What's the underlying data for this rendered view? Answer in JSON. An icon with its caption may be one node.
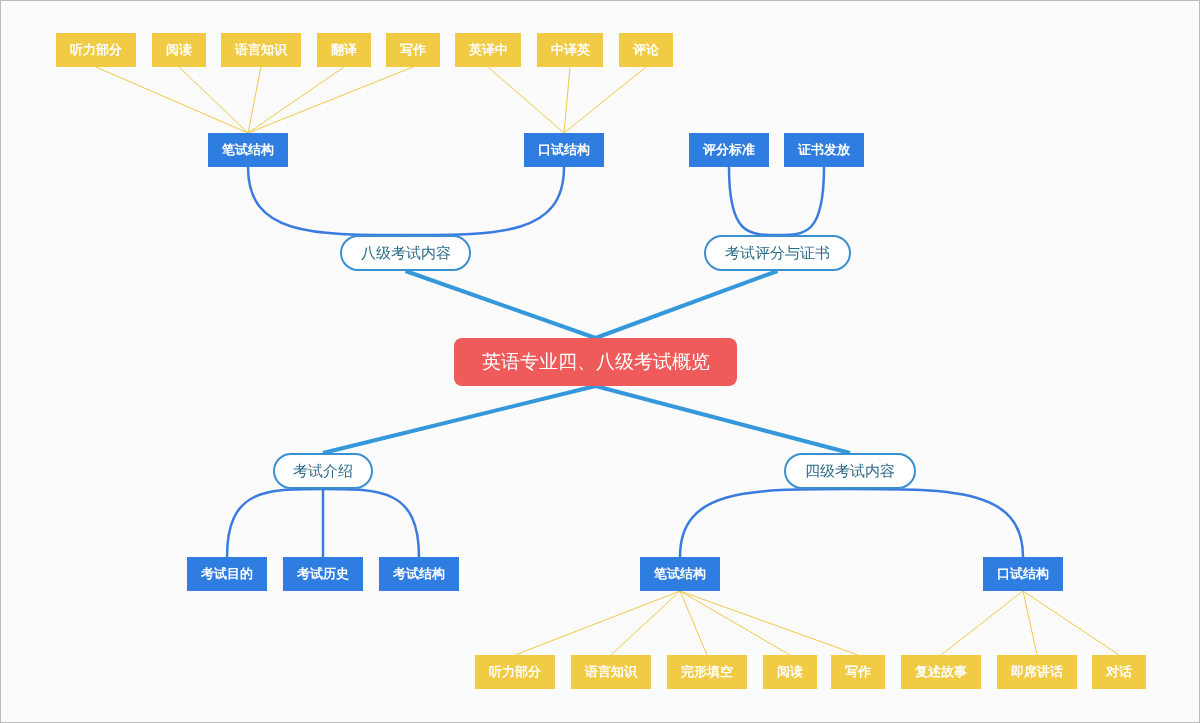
{
  "diagram": {
    "nodes": [
      {
        "text": [
          "英语专业四、八级考试概览"
        ]
      },
      {
        "text": [
          "八级考试内容"
        ]
      },
      {
        "text": [
          "考试评分与证书"
        ]
      },
      {
        "text": [
          "考试介绍"
        ]
      },
      {
        "text": [
          "四级考试内容"
        ]
      },
      {
        "text": [
          "笔试结构"
        ]
      },
      {
        "text": [
          "口试结构"
        ]
      },
      {
        "text": [
          "评分标准"
        ]
      },
      {
        "text": [
          "证书发放"
        ]
      },
      {
        "text": [
          "听力部分"
        ]
      },
      {
        "text": [
          "阅读"
        ]
      },
      {
        "text": [
          "语言知识"
        ]
      },
      {
        "text": [
          "翻译"
        ]
      },
      {
        "text": [
          "写作"
        ]
      },
      {
        "text": [
          "英译中"
        ]
      },
      {
        "text": [
          "中译英"
        ]
      },
      {
        "text": [
          "评论"
        ]
      },
      {
        "text": [
          "考试目的"
        ]
      },
      {
        "text": [
          "考试历史"
        ]
      },
      {
        "text": [
          "考试结构"
        ]
      },
      {
        "text": [
          "笔试结构"
        ]
      },
      {
        "text": [
          "口试结构"
        ]
      },
      {
        "text": [
          "听力部分"
        ]
      },
      {
        "text": [
          "语言知识"
        ]
      },
      {
        "text": [
          "完形填空"
        ]
      },
      {
        "text": [
          "阅读"
        ]
      },
      {
        "text": [
          "写作"
        ]
      },
      {
        "text": [
          "复述故事"
        ]
      },
      {
        "text": [
          "即席讲话"
        ]
      },
      {
        "text": [
          "对话"
        ]
      }
    ],
    "edges": [
      {
        "from": 0,
        "to": 1,
        "arrow": "none",
        "style": "thick",
        "color": "#3498db"
      },
      {
        "from": 0,
        "to": 2,
        "arrow": "none",
        "style": "thick",
        "color": "#3498db"
      },
      {
        "from": 0,
        "to": 3,
        "arrow": "none",
        "style": "thick",
        "color": "#3498db"
      },
      {
        "from": 0,
        "to": 4,
        "arrow": "none",
        "style": "thick",
        "color": "#3498db"
      },
      {
        "from": 1,
        "to": 5,
        "arrow": "none",
        "color": "#3a7be0"
      },
      {
        "from": 1,
        "to": 6,
        "arrow": "none",
        "color": "#3a7be0"
      },
      {
        "from": 2,
        "to": 7,
        "arrow": "none",
        "color": "#3a7be0"
      },
      {
        "from": 2,
        "to": 8,
        "arrow": "none",
        "color": "#3a7be0"
      },
      {
        "from": 3,
        "to": 17,
        "arrow": "none",
        "color": "#3a7be0"
      },
      {
        "from": 3,
        "to": 18,
        "arrow": "none",
        "color": "#3a7be0"
      },
      {
        "from": 3,
        "to": 19,
        "arrow": "none",
        "color": "#3a7be0"
      },
      {
        "from": 4,
        "to": 20,
        "arrow": "none",
        "color": "#3a7be0"
      },
      {
        "from": 4,
        "to": 21,
        "arrow": "none",
        "color": "#3a7be0"
      },
      {
        "from": 5,
        "to": 9,
        "arrow": "none"
      },
      {
        "from": 5,
        "to": 10,
        "arrow": "none"
      },
      {
        "from": 5,
        "to": 11,
        "arrow": "none"
      },
      {
        "from": 5,
        "to": 12,
        "arrow": "none"
      },
      {
        "from": 5,
        "to": 13,
        "arrow": "none"
      },
      {
        "from": 6,
        "to": 14,
        "arrow": "none"
      },
      {
        "from": 6,
        "to": 15,
        "arrow": "none"
      },
      {
        "from": 6,
        "to": 16,
        "arrow": "none"
      },
      {
        "from": 20,
        "to": 22,
        "arrow": "none"
      },
      {
        "from": 20,
        "to": 23,
        "arrow": "none"
      },
      {
        "from": 20,
        "to": 24,
        "arrow": "none"
      },
      {
        "from": 20,
        "to": 25,
        "arrow": "none"
      },
      {
        "from": 20,
        "to": 26,
        "arrow": "none"
      },
      {
        "from": 21,
        "to": 27,
        "arrow": "none"
      },
      {
        "from": 21,
        "to": 28,
        "arrow": "none"
      },
      {
        "from": 21,
        "to": 29,
        "arrow": "none"
      }
    ]
  }
}
